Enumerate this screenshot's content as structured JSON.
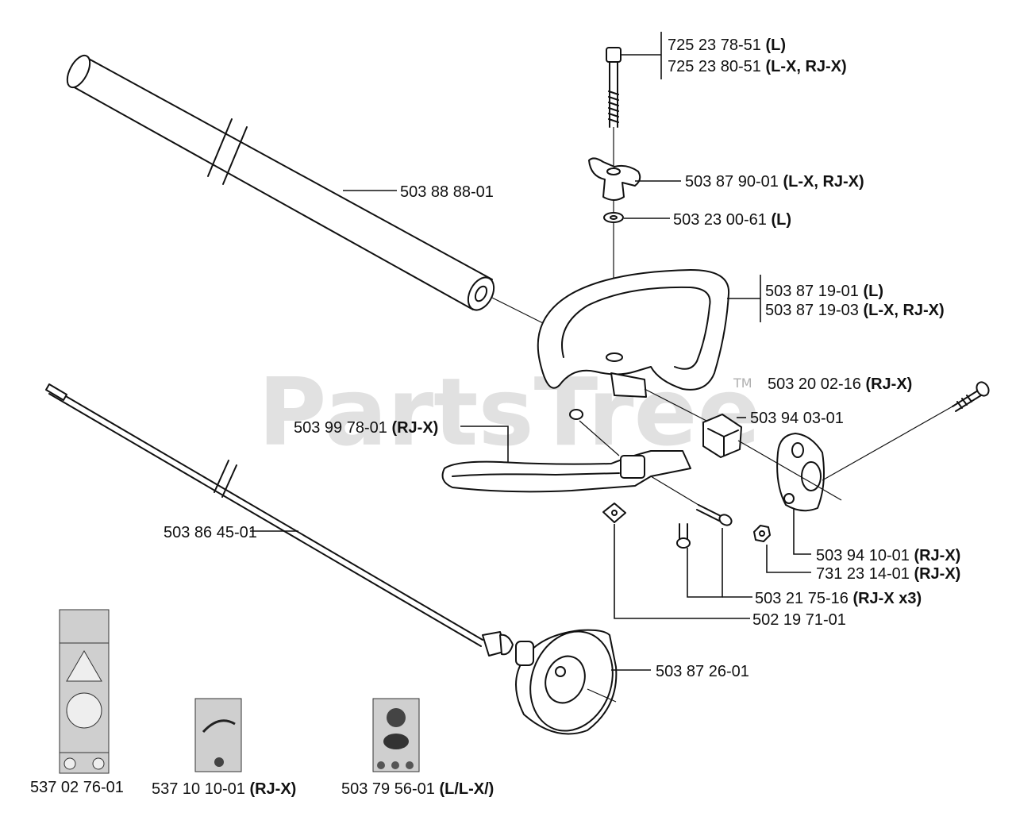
{
  "watermark": {
    "text": "PartsTree",
    "tm": "TM"
  },
  "labels": {
    "bolt_l": {
      "num": "725 23 78-51",
      "code": "(L)"
    },
    "bolt_lx": {
      "num": "725 23 80-51",
      "code": "(L-X, RJ-X)"
    },
    "tube": {
      "num": "503 88 88-01",
      "code": ""
    },
    "knob": {
      "num": "503 87 90-01",
      "code": "(L-X, RJ-X)"
    },
    "washer": {
      "num": "503 23 00-61",
      "code": "(L)"
    },
    "handle_l": {
      "num": "503 87 19-01",
      "code": "(L)"
    },
    "handle_lx": {
      "num": "503 87 19-03",
      "code": "(L-X, RJ-X)"
    },
    "screw_side": {
      "num": "503 20 02-16",
      "code": "(RJ-X)"
    },
    "block": {
      "num": "503 94 03-01",
      "code": ""
    },
    "barrier": {
      "num": "503 99 78-01",
      "code": "(RJ-X)"
    },
    "shaft": {
      "num": "503 86 45-01",
      "code": ""
    },
    "clamp": {
      "num": "503 94 10-01",
      "code": "(RJ-X)"
    },
    "nut": {
      "num": "731 23 14-01",
      "code": "(RJ-X)"
    },
    "screws": {
      "num": "503 21 75-16",
      "code": "(RJ-X x3)"
    },
    "plate": {
      "num": "502 19 71-01",
      "code": ""
    },
    "drum": {
      "num": "503 87 26-01",
      "code": ""
    },
    "decal_1": {
      "num": "537 02 76-01",
      "code": ""
    },
    "decal_2": {
      "num": "537 10 10-01",
      "code": "(RJ-X)"
    },
    "decal_3": {
      "num": "503 79 56-01",
      "code": "(L/L-X/)"
    }
  }
}
